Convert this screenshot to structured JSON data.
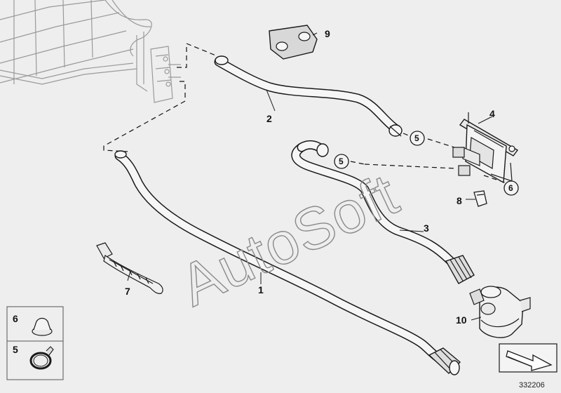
{
  "diagram_id": "332206",
  "watermark": "AutoSoft",
  "callouts": {
    "c1": "1",
    "c2": "2",
    "c3": "3",
    "c4": "4",
    "c5a": "5",
    "c5b": "5",
    "c6": "6",
    "c7": "7",
    "c8": "8",
    "c9": "9",
    "c10": "10"
  },
  "legend": [
    {
      "number": "6",
      "part": "grommet"
    },
    {
      "number": "5",
      "part": "hose-clamp"
    }
  ],
  "icons": {
    "nav": "arrow-forward-icon"
  }
}
